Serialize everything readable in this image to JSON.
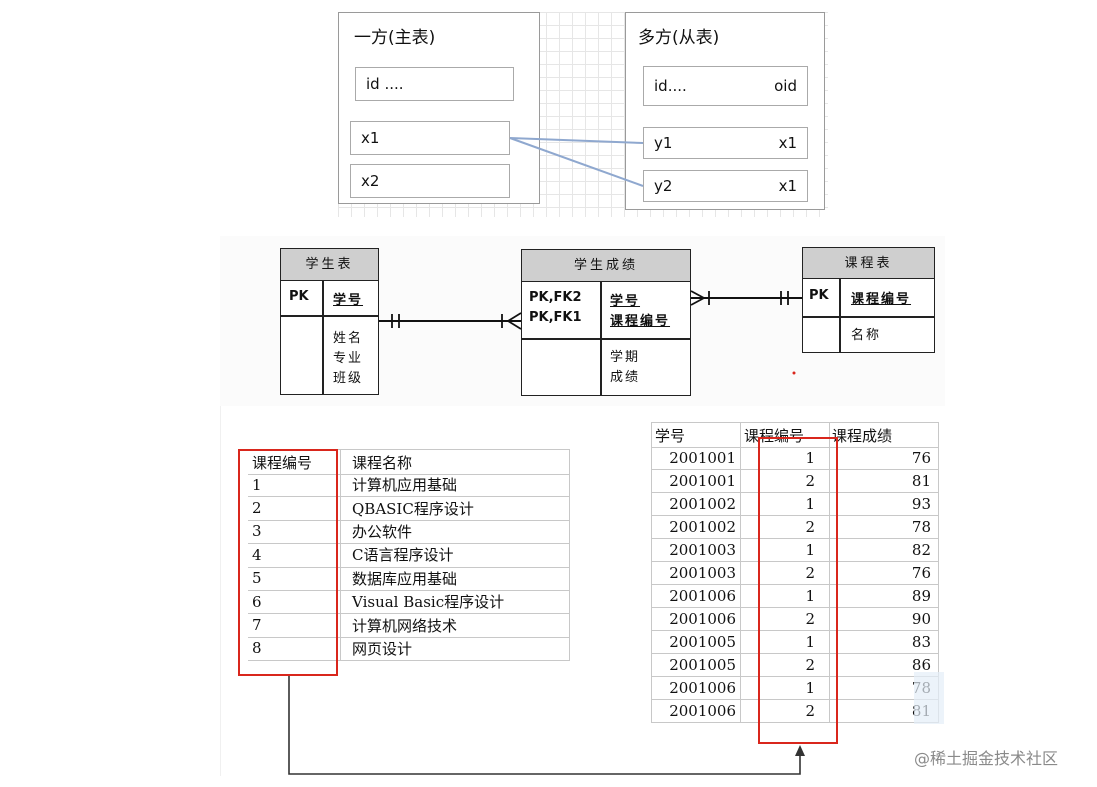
{
  "top": {
    "one_side": {
      "title": "一方(主表)",
      "id_field": "id ....",
      "fields": [
        "x1",
        "x2"
      ]
    },
    "many_side": {
      "title": "多方(从表)",
      "id_field": {
        "left": "id....",
        "right": "oid"
      },
      "fields": [
        {
          "left": "y1",
          "right": "x1"
        },
        {
          "left": "y2",
          "right": "x1"
        }
      ]
    },
    "line_color": "#8fa8cf"
  },
  "er": {
    "student": {
      "title": "学生表",
      "pk": "PK",
      "key": "学号",
      "attrs": [
        "姓名",
        "专业",
        "班级"
      ]
    },
    "score": {
      "title": "学生成绩",
      "pk_lines": [
        "PK,FK2",
        "PK,FK1"
      ],
      "keys": [
        "学号",
        "课程编号"
      ],
      "attrs": [
        "学期",
        "成绩"
      ]
    },
    "course": {
      "title": "课程表",
      "pk": "PK",
      "key": "课程编号",
      "attrs": [
        "名称"
      ]
    }
  },
  "course_table": {
    "headers": [
      "课程编号",
      "课程名称"
    ],
    "rows": [
      [
        "1",
        "计算机应用基础"
      ],
      [
        "2",
        "QBASIC程序设计"
      ],
      [
        "3",
        "办公软件"
      ],
      [
        "4",
        "C语言程序设计"
      ],
      [
        "5",
        "数据库应用基础"
      ],
      [
        "6",
        "Visual Basic程序设计"
      ],
      [
        "7",
        "计算机网络技术"
      ],
      [
        "8",
        "网页设计"
      ]
    ]
  },
  "score_table": {
    "headers": [
      "学号",
      "课程编号",
      "课程成绩"
    ],
    "rows": [
      [
        "2001001",
        "1",
        "76"
      ],
      [
        "2001001",
        "2",
        "81"
      ],
      [
        "2001002",
        "1",
        "93"
      ],
      [
        "2001002",
        "2",
        "78"
      ],
      [
        "2001003",
        "1",
        "82"
      ],
      [
        "2001003",
        "2",
        "76"
      ],
      [
        "2001006",
        "1",
        "89"
      ],
      [
        "2001006",
        "2",
        "90"
      ],
      [
        "2001005",
        "1",
        "83"
      ],
      [
        "2001005",
        "2",
        "86"
      ],
      [
        "2001006",
        "1",
        "78"
      ],
      [
        "2001006",
        "2",
        "81"
      ]
    ]
  },
  "colors": {
    "highlight_box": "#d9261c",
    "connector": "#333333"
  },
  "watermark": "@稀土掘金技术社区"
}
